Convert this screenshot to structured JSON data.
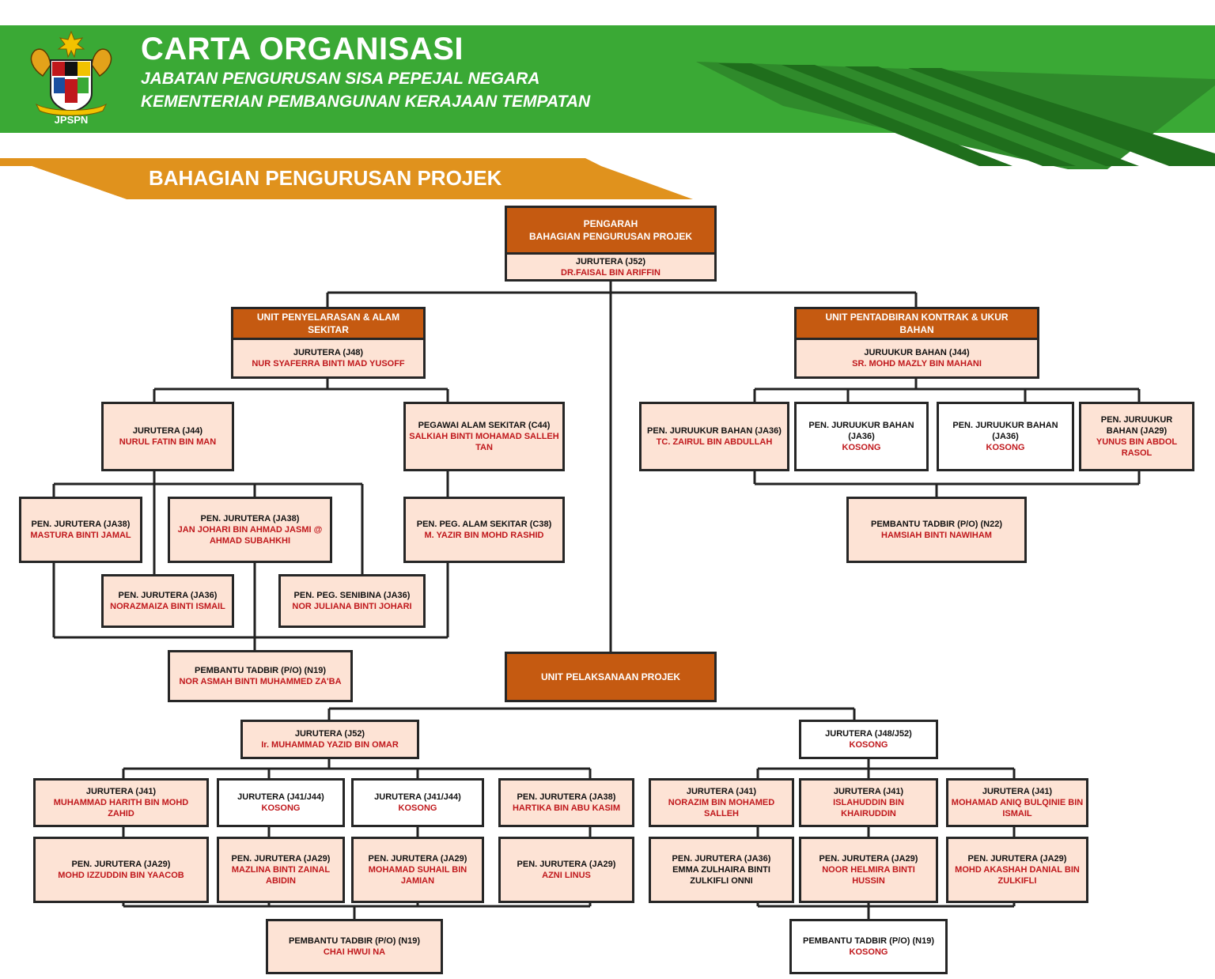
{
  "header": {
    "logo_caption": "JPSPN",
    "title": "CARTA ORGANISASI",
    "subtitle1": "JABATAN PENGURUSAN SISA PEPEJAL NEGARA",
    "subtitle2": "KEMENTERIAN PEMBANGUNAN KERAJAAN TEMPATAN",
    "division": "BAHAGIAN PENGURUSAN PROJEK",
    "colors": {
      "banner": "#3aa935",
      "ribbon": "#e0921d",
      "unit_header": "#c55a11",
      "box_fill": "#fde3d5",
      "name_text": "#c0181c"
    }
  },
  "director": {
    "header": [
      "PENGARAH",
      "BAHAGIAN PENGURUSAN PROJEK"
    ],
    "title": "JURUTERA (J52)",
    "name": "DR.FAISAL BIN ARIFFIN"
  },
  "unit_alam": {
    "header": [
      "UNIT PENYELARASAN & ALAM",
      "SEKITAR"
    ],
    "title": "JURUTERA (J48)",
    "name": "NUR SYAFERRA BINTI MAD YUSOFF",
    "j44": {
      "title": "JURUTERA (J44)",
      "name": "NURUL FATIN BIN MAN"
    },
    "c44": {
      "title": "PEGAWAI ALAM SEKITAR (C44)",
      "name": "SALKIAH BINTI MOHAMAD SALLEH TAN"
    },
    "ja38a": {
      "title": "PEN. JURUTERA (JA38)",
      "name": "MASTURA BINTI JAMAL"
    },
    "ja38b": {
      "title": "PEN. JURUTERA (JA38)",
      "name": "JAN JOHARI BIN AHMAD JASMI @ AHMAD SUBAHKHI"
    },
    "c38": {
      "title": "PEN. PEG. ALAM SEKITAR (C38)",
      "name": "M. YAZIR BIN MOHD RASHID"
    },
    "ja36a": {
      "title": "PEN. JURUTERA (JA36)",
      "name": "NORAZMAIZA BINTI ISMAIL"
    },
    "ja36b": {
      "title": "PEN. PEG. SENIBINA (JA36)",
      "name": "NOR JULIANA BINTI JOHARI"
    },
    "n19": {
      "title": "PEMBANTU TADBIR (P/O) (N19)",
      "name": "NOR ASMAH BINTI MUHAMMED ZA'BA"
    }
  },
  "unit_kontrak": {
    "header": [
      "UNIT PENTADBIRAN KONTRAK & UKUR",
      "BAHAN"
    ],
    "title": "JURUUKUR BAHAN (J44)",
    "name": "SR. MOHD MAZLY BIN MAHANI",
    "qs1": {
      "title": "PEN. JURUUKUR BAHAN (JA36)",
      "name": "TC. ZAIRUL BIN ABDULLAH"
    },
    "qs2": {
      "title": "PEN. JURUUKUR BAHAN (JA36)",
      "name": "KOSONG"
    },
    "qs3": {
      "title": "PEN. JURUUKUR BAHAN (JA36)",
      "name": "KOSONG"
    },
    "qs4": {
      "title": "PEN. JURUUKUR BAHAN (JA29)",
      "name": "YUNUS BIN ABDOL RASOL"
    },
    "n22": {
      "title": "PEMBANTU TADBIR (P/O) (N22)",
      "name": "HAMSIAH BINTI NAWIHAM"
    }
  },
  "unit_laksana": {
    "header": [
      "UNIT PELAKSANAAN PROJEK"
    ],
    "left": {
      "lead": {
        "title": "JURUTERA (J52)",
        "name": "Ir. MUHAMMAD YAZID BIN OMAR"
      },
      "e1": {
        "title": "JURUTERA (J41)",
        "name": "MUHAMMAD HARITH BIN MOHD ZAHID"
      },
      "e2": {
        "title": "JURUTERA (J41/J44)",
        "name": "KOSONG"
      },
      "e3": {
        "title": "JURUTERA (J41/J44)",
        "name": "KOSONG"
      },
      "e4": {
        "title": "PEN. JURUTERA (JA38)",
        "name": "HARTIKA BIN ABU KASIM"
      },
      "a1": {
        "title": "PEN. JURUTERA (JA29)",
        "name": "MOHD IZZUDDIN BIN YAACOB"
      },
      "a2": {
        "title": "PEN. JURUTERA (JA29)",
        "name": "MAZLINA BINTI ZAINAL ABIDIN"
      },
      "a3": {
        "title": "PEN. JURUTERA (JA29)",
        "name": "MOHAMAD SUHAIL BIN JAMIAN"
      },
      "a4": {
        "title": "PEN. JURUTERA (JA29)",
        "name": "AZNI LINUS"
      },
      "n19": {
        "title": "PEMBANTU TADBIR (P/O) (N19)",
        "name": "CHAI HWUI NA"
      }
    },
    "right": {
      "lead": {
        "title": "JURUTERA (J48/J52)",
        "name": "KOSONG"
      },
      "e1": {
        "title": "JURUTERA (J41)",
        "name": "NORAZIM BIN MOHAMED SALLEH"
      },
      "e2": {
        "title": "JURUTERA (J41)",
        "name": "ISLAHUDDIN BIN KHAIRUDDIN"
      },
      "e3": {
        "title": "JURUTERA (J41)",
        "name": "MOHAMAD ANIQ BULQINIE BIN ISMAIL"
      },
      "a1": {
        "title": "PEN. JURUTERA (JA36)",
        "name": "EMMA ZULHAIRA BINTI ZULKIFLI ONNI"
      },
      "a2": {
        "title": "PEN. JURUTERA (JA29)",
        "name": "NOOR HELMIRA BINTI HUSSIN"
      },
      "a3": {
        "title": "PEN. JURUTERA (JA29)",
        "name": "MOHD AKASHAH DANIAL BIN ZULKIFLI"
      },
      "n19": {
        "title": "PEMBANTU TADBIR (P/O) (N19)",
        "name": "KOSONG"
      }
    }
  }
}
